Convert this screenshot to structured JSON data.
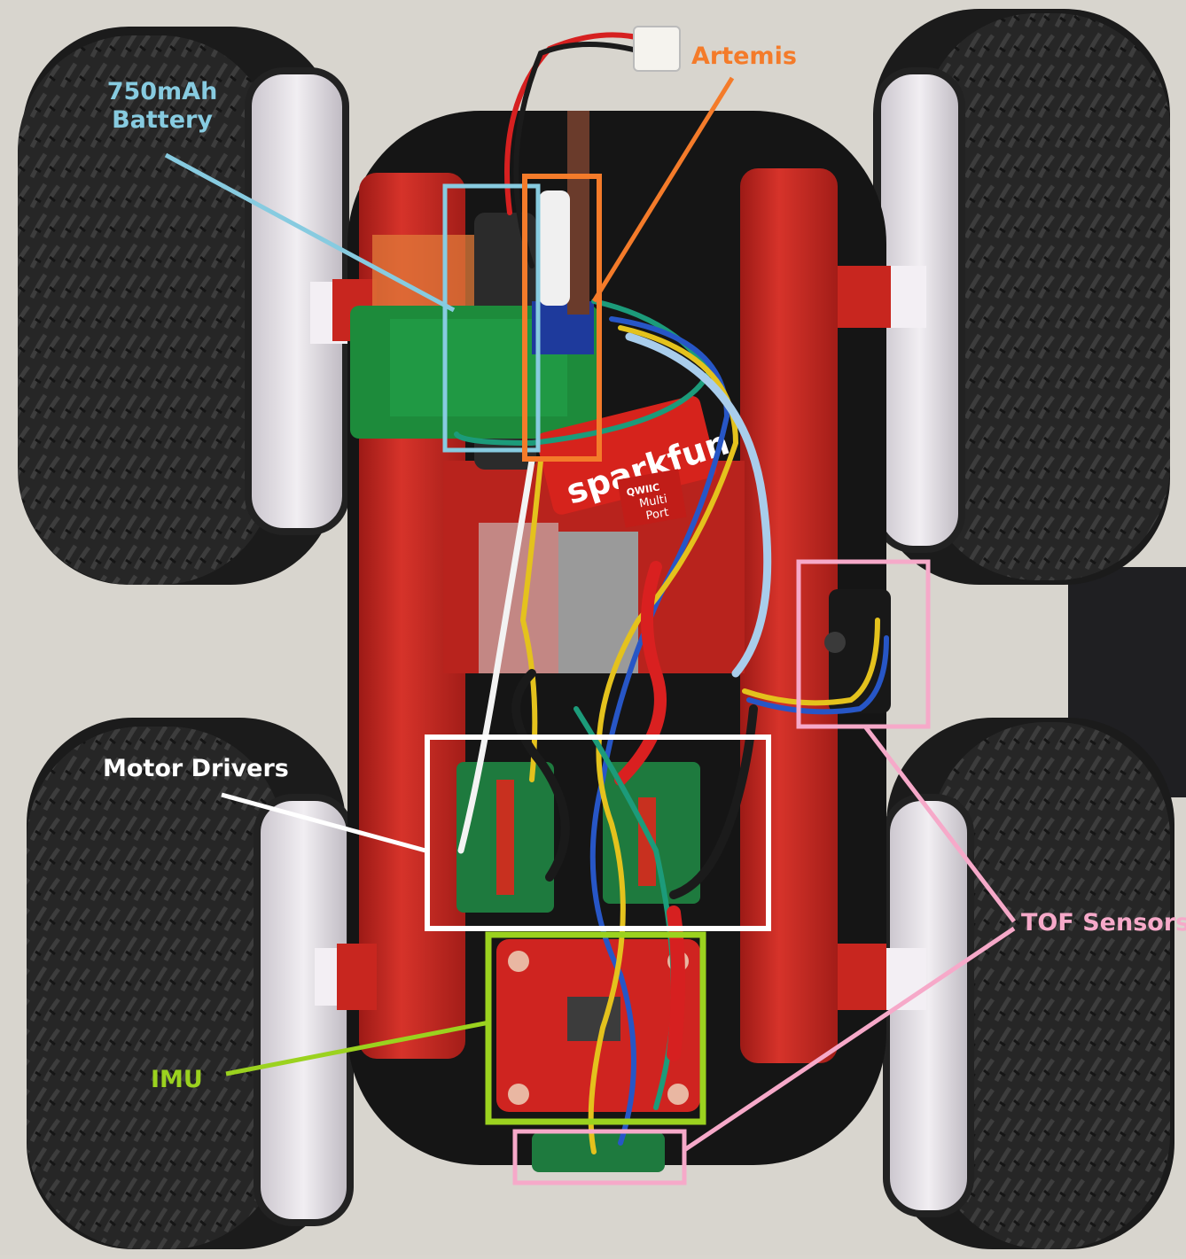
{
  "labels": {
    "battery": {
      "line1": "750mAh",
      "line2": "Battery",
      "color": "#87cbe0"
    },
    "artemis": {
      "text": "Artemis",
      "color": "#f47b2a"
    },
    "motor_drivers": {
      "text": "Motor Drivers",
      "color": "#ffffff"
    },
    "imu": {
      "text": "IMU",
      "color": "#9bd21f"
    },
    "tof_sensors": {
      "text": "TOF Sensors",
      "color": "#f6a9c9"
    }
  },
  "board_text": {
    "sparkfun": "sparkfun",
    "qwiic": "QWIIC",
    "multiport_1": "Multi",
    "multiport_2": "Port"
  },
  "colors": {
    "chassis_red": "#c8261f",
    "tire": "#2a2a2a",
    "hub": "#e9e6ea",
    "tape_green": "#1d8b3b"
  }
}
